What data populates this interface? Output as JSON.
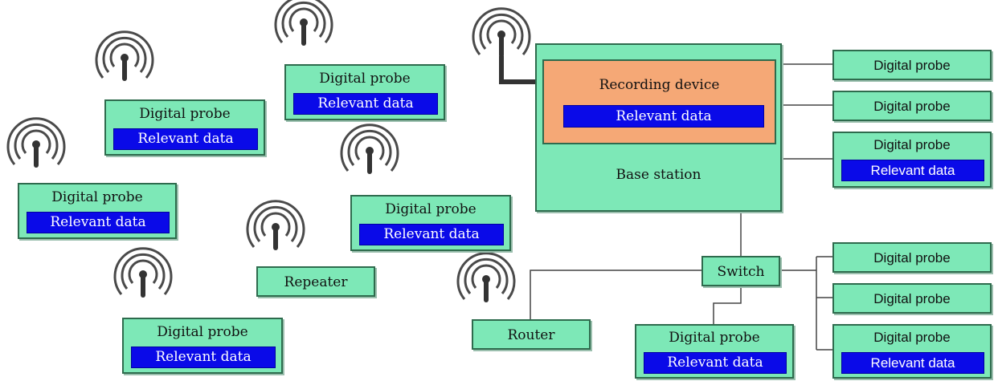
{
  "colors": {
    "box_fill": "#7de8b7",
    "box_border": "#2e6b4d",
    "data_fill": "#0a0ae8",
    "recording_fill": "#f5a876",
    "antenna": "#333333"
  },
  "labels": {
    "probe": "Digital probe",
    "data": "Relevant data",
    "recording": "Recording device",
    "base_station": "Base station",
    "switch": "Switch",
    "router": "Router",
    "repeater": "Repeater"
  },
  "icons": [
    "antenna-icon"
  ]
}
